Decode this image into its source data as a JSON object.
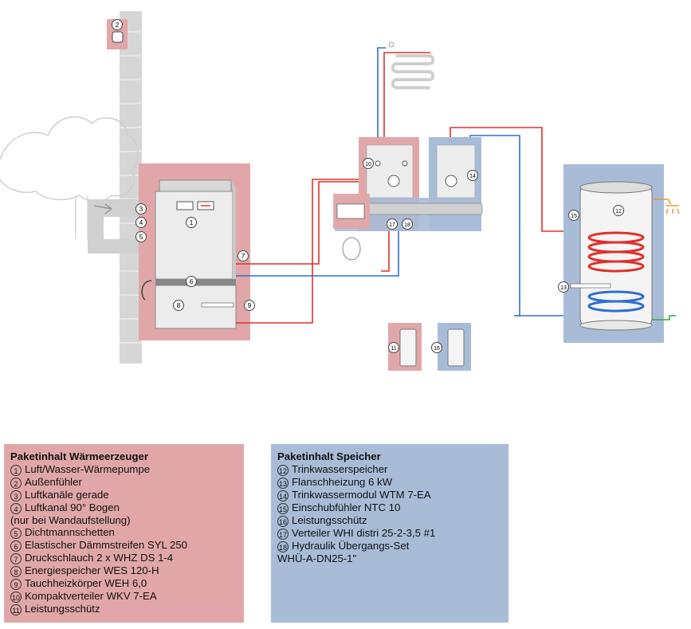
{
  "diagram": {
    "markers": [
      "1",
      "2",
      "3",
      "4",
      "5",
      "6",
      "7",
      "8",
      "9",
      "10",
      "11",
      "12",
      "13",
      "14",
      "15",
      "16",
      "17",
      "18"
    ]
  },
  "legend_generator": {
    "title": "Paketinhalt Wärmeerzeuger",
    "items": [
      {
        "num": "1",
        "text": "Luft/Wasser-Wärmepumpe"
      },
      {
        "num": "2",
        "text": "Außenfühler"
      },
      {
        "num": "3",
        "text": "Luftkanäle gerade"
      },
      {
        "num": "4",
        "text": "Luftkanal 90° Bogen",
        "cont": "(nur bei Wandaufstellung)"
      },
      {
        "num": "5",
        "text": "Dichtmannschetten"
      },
      {
        "num": "6",
        "text": "Elastischer Dämmstreifen SYL 250"
      },
      {
        "num": "7",
        "text": "Druckschlauch 2 x WHZ DS 1-4"
      },
      {
        "num": "8",
        "text": "Energiespeicher WES 120-H"
      },
      {
        "num": "9",
        "text": "Tauchheizkörper WEH 6,0"
      },
      {
        "num": "10",
        "text": "Kompaktverteiler WKV 7-EA"
      },
      {
        "num": "11",
        "text": "Leistungsschütz"
      }
    ]
  },
  "legend_storage": {
    "title": "Paketinhalt Speicher",
    "items": [
      {
        "num": "12",
        "text": "Trinkwasserspeicher"
      },
      {
        "num": "13",
        "text": "Flanschheizung 6 kW"
      },
      {
        "num": "14",
        "text": "Trinkwassermodul WTM 7-EA"
      },
      {
        "num": "15",
        "text": "Einschubfühler NTC 10"
      },
      {
        "num": "16",
        "text": "Leistungsschütz"
      },
      {
        "num": "17",
        "text": "Verteiler WHI distri 25-2-3,5 #1"
      },
      {
        "num": "18",
        "text": "Hydraulik Übergangs-Set",
        "cont": "WHÜ-A-DN25-1\""
      }
    ]
  },
  "colors": {
    "red_zone": "#e1a7a8",
    "blue_zone": "#a8bcd8",
    "hot_pipe": "#e0312c",
    "cold_pipe": "#2f6fcf",
    "wall": "#d3d3d3"
  }
}
